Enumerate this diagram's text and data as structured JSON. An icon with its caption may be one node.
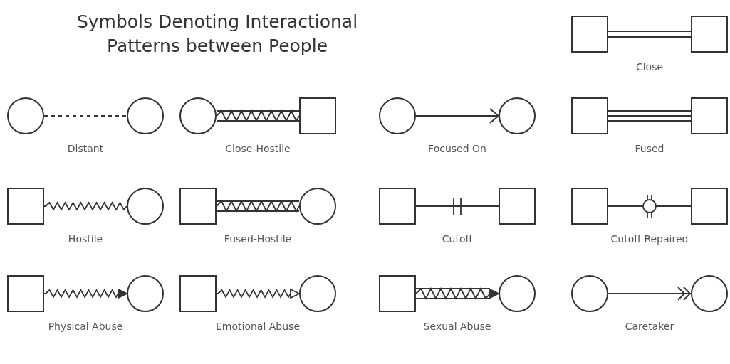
{
  "diagram": {
    "title": "Symbols Denoting Interactional Patterns between People",
    "nodes": [
      {
        "text": [],
        "shape": "box"
      },
      {
        "text": [],
        "shape": "box"
      },
      {
        "text": [],
        "shape": "circle"
      },
      {
        "text": [],
        "shape": "circle"
      },
      {
        "text": [],
        "shape": "circle"
      },
      {
        "text": [],
        "shape": "box"
      },
      {
        "text": [],
        "shape": "circle"
      },
      {
        "text": [],
        "shape": "circle"
      },
      {
        "text": [],
        "shape": "box"
      },
      {
        "text": [],
        "shape": "box"
      },
      {
        "text": [],
        "shape": "box"
      },
      {
        "text": [],
        "shape": "circle"
      },
      {
        "text": [],
        "shape": "box"
      },
      {
        "text": [],
        "shape": "circle"
      },
      {
        "text": [],
        "shape": "box"
      },
      {
        "text": [],
        "shape": "box"
      },
      {
        "text": [],
        "shape": "box"
      },
      {
        "text": [],
        "shape": "box"
      },
      {
        "text": [],
        "shape": "box"
      },
      {
        "text": [],
        "shape": "circle"
      },
      {
        "text": [],
        "shape": "box"
      },
      {
        "text": [],
        "shape": "circle"
      },
      {
        "text": [],
        "shape": "box"
      },
      {
        "text": [],
        "shape": "circle"
      },
      {
        "text": [],
        "shape": "circle"
      },
      {
        "text": [],
        "shape": "circle"
      }
    ],
    "edges": [
      {
        "from": 0,
        "to": 1,
        "arrow": "none",
        "label": "Close"
      },
      {
        "from": 2,
        "to": 3,
        "arrow": "none",
        "label": "Distant",
        "style": "dashed"
      },
      {
        "from": 4,
        "to": 5,
        "arrow": "none",
        "label": "Close-Hostile"
      },
      {
        "from": 6,
        "to": 7,
        "arrow": "to",
        "label": "Focused On"
      },
      {
        "from": 8,
        "to": 9,
        "arrow": "none",
        "label": "Fused"
      },
      {
        "from": 10,
        "to": 11,
        "arrow": "none",
        "label": "Hostile"
      },
      {
        "from": 12,
        "to": 13,
        "arrow": "none",
        "label": "Fused-Hostile"
      },
      {
        "from": 14,
        "to": 15,
        "arrow": "none",
        "label": "Cutoff"
      },
      {
        "from": 16,
        "to": 17,
        "arrow": "none",
        "label": "Cutoff Repaired"
      },
      {
        "from": 18,
        "to": 19,
        "arrow": "to",
        "label": "Physical Abuse"
      },
      {
        "from": 20,
        "to": 21,
        "arrow": "to",
        "label": "Emotional Abuse"
      },
      {
        "from": 22,
        "to": 23,
        "arrow": "to",
        "label": "Sexual Abuse"
      },
      {
        "from": 24,
        "to": 25,
        "arrow": "to",
        "label": "Caretaker"
      }
    ]
  }
}
